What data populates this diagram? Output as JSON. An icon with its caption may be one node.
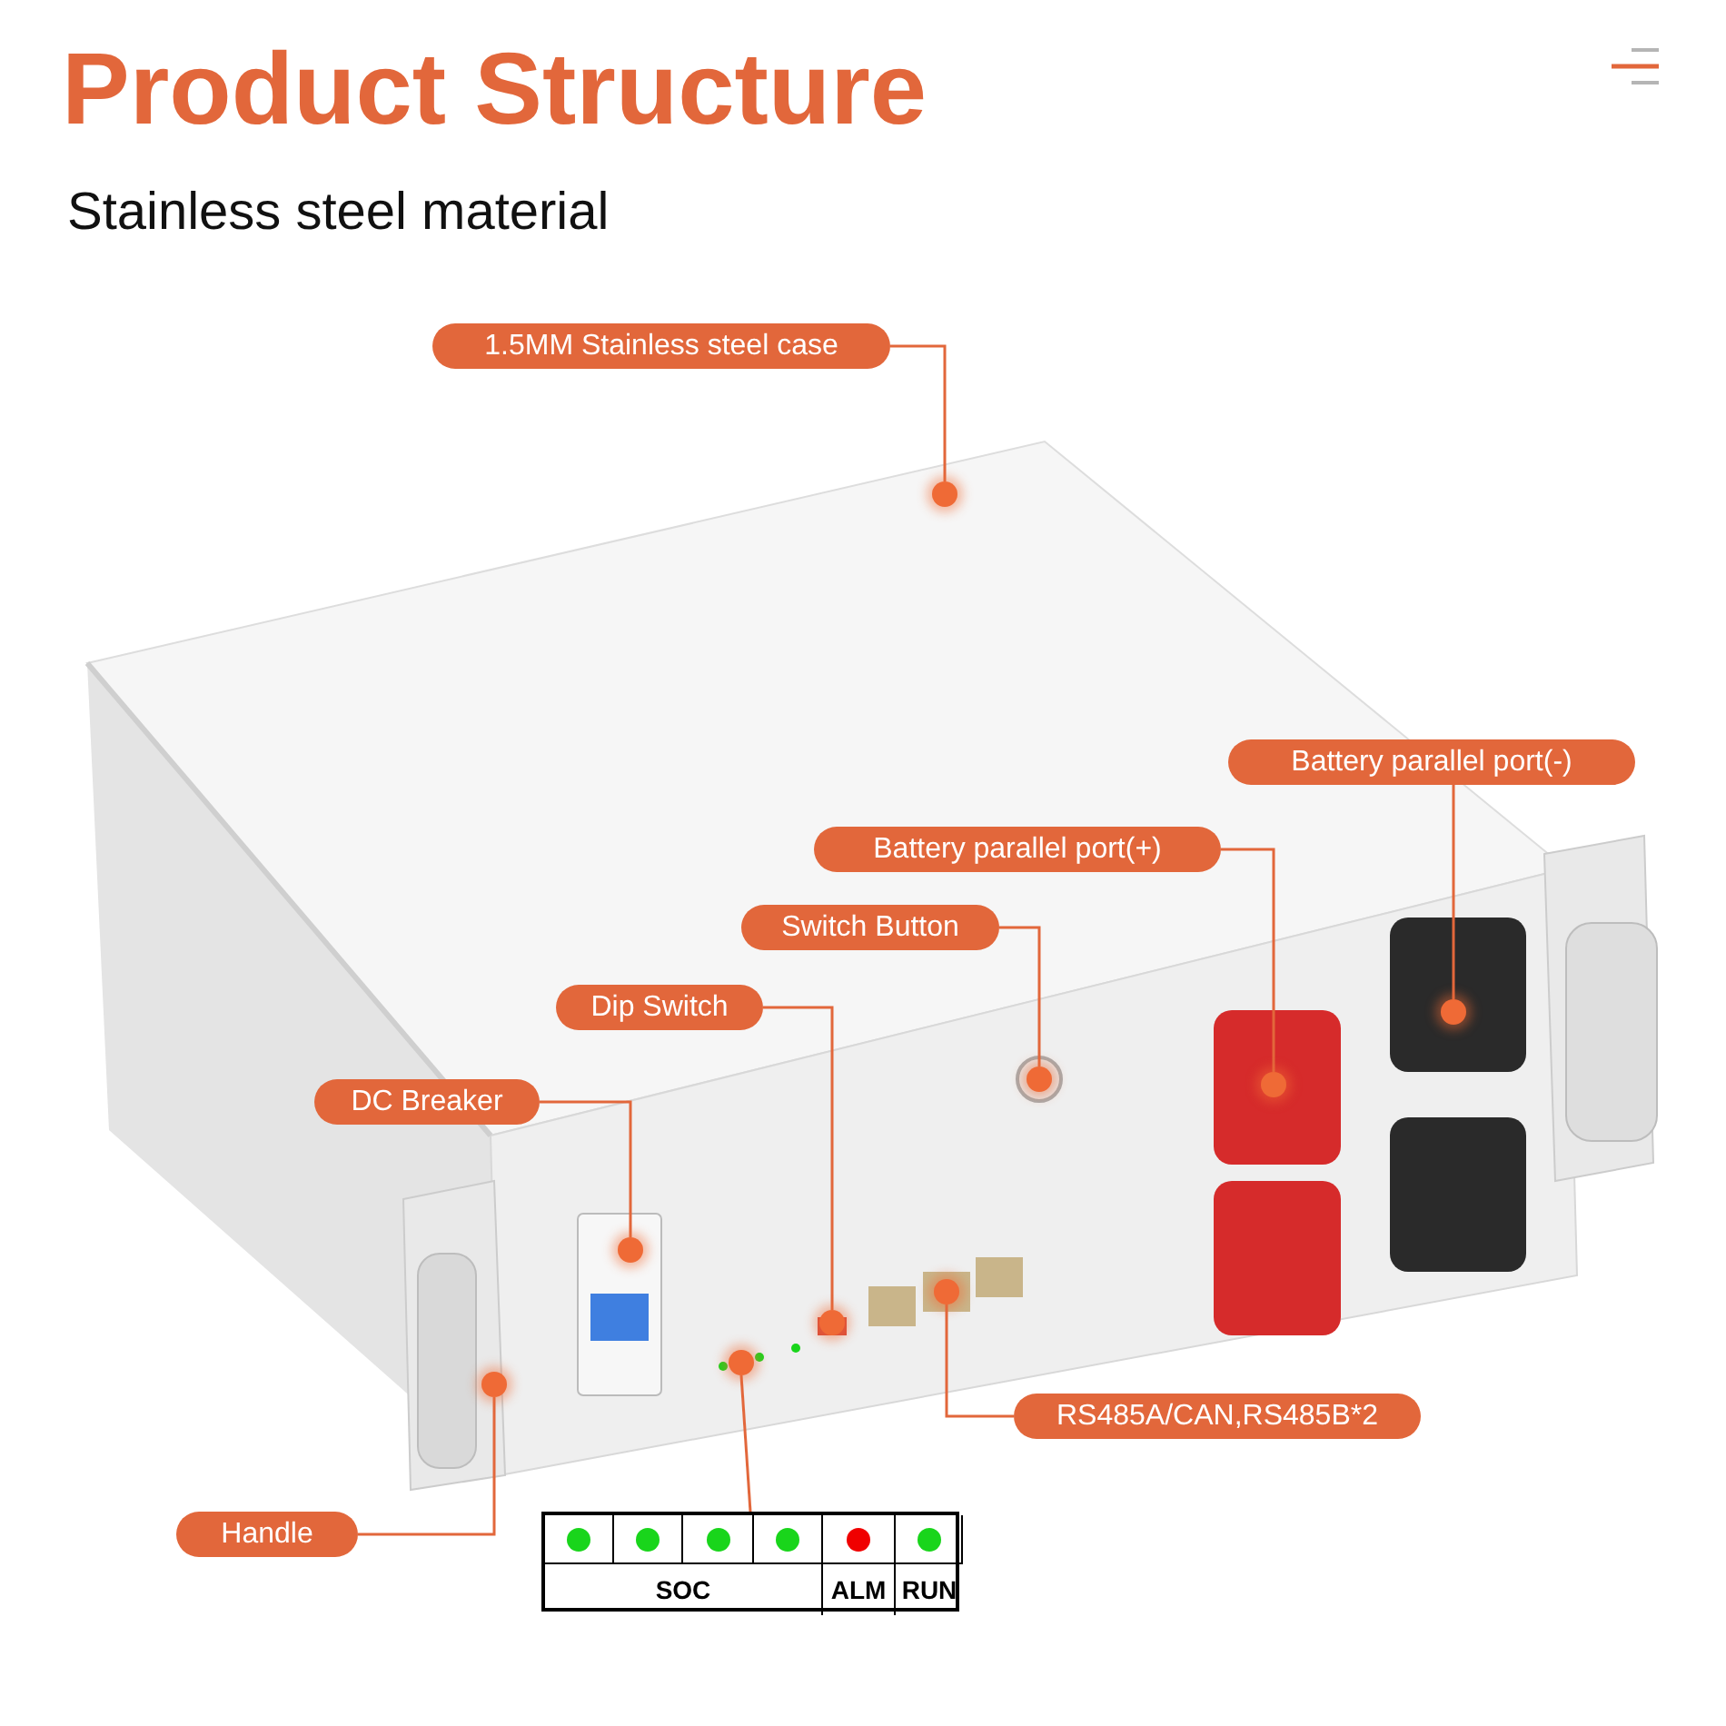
{
  "diagram": {
    "title": "Product Structure",
    "nodes": [
      {
        "text": [
          "1.5MM Stainless steel case"
        ]
      },
      {
        "text": [],
        "shape": "circle"
      },
      {
        "text": [
          "Battery parallel port(-)"
        ]
      },
      {
        "text": [],
        "shape": "circle"
      },
      {
        "text": [
          "Battery parallel port(+)"
        ]
      },
      {
        "text": [],
        "shape": "circle"
      },
      {
        "text": [
          "Switch Button"
        ]
      },
      {
        "text": [],
        "shape": "circle"
      },
      {
        "text": [
          "Dip Switch"
        ]
      },
      {
        "text": [],
        "shape": "circle"
      },
      {
        "text": [
          "DC Breaker"
        ]
      },
      {
        "text": [],
        "shape": "circle"
      },
      {
        "text": [],
        "shape": "circle"
      },
      {
        "text": [],
        "shape": "circle"
      },
      {
        "text": [],
        "shape": "circle"
      },
      {
        "text": [
          "RS485A/CAN,RS485B*2"
        ]
      },
      {
        "text": [
          "Handle"
        ]
      },
      {
        "text": [
          "SOC",
          "ALM",
          "RUN"
        ]
      }
    ],
    "edges": [
      {
        "from": 0,
        "to": 1,
        "arrow": "none"
      },
      {
        "from": 2,
        "to": 3,
        "arrow": "none"
      },
      {
        "from": 4,
        "to": 5,
        "arrow": "none"
      },
      {
        "from": 6,
        "to": 7,
        "arrow": "none"
      },
      {
        "from": 8,
        "to": 9,
        "arrow": "none"
      },
      {
        "from": 10,
        "to": 11,
        "arrow": "none"
      },
      {
        "from": 16,
        "to": 12,
        "arrow": "none"
      },
      {
        "from": 15,
        "to": 14,
        "arrow": "none"
      },
      {
        "from": 13,
        "to": 17,
        "arrow": "none"
      }
    ],
    "labels": [
      "Stainless steel material"
    ]
  }
}
